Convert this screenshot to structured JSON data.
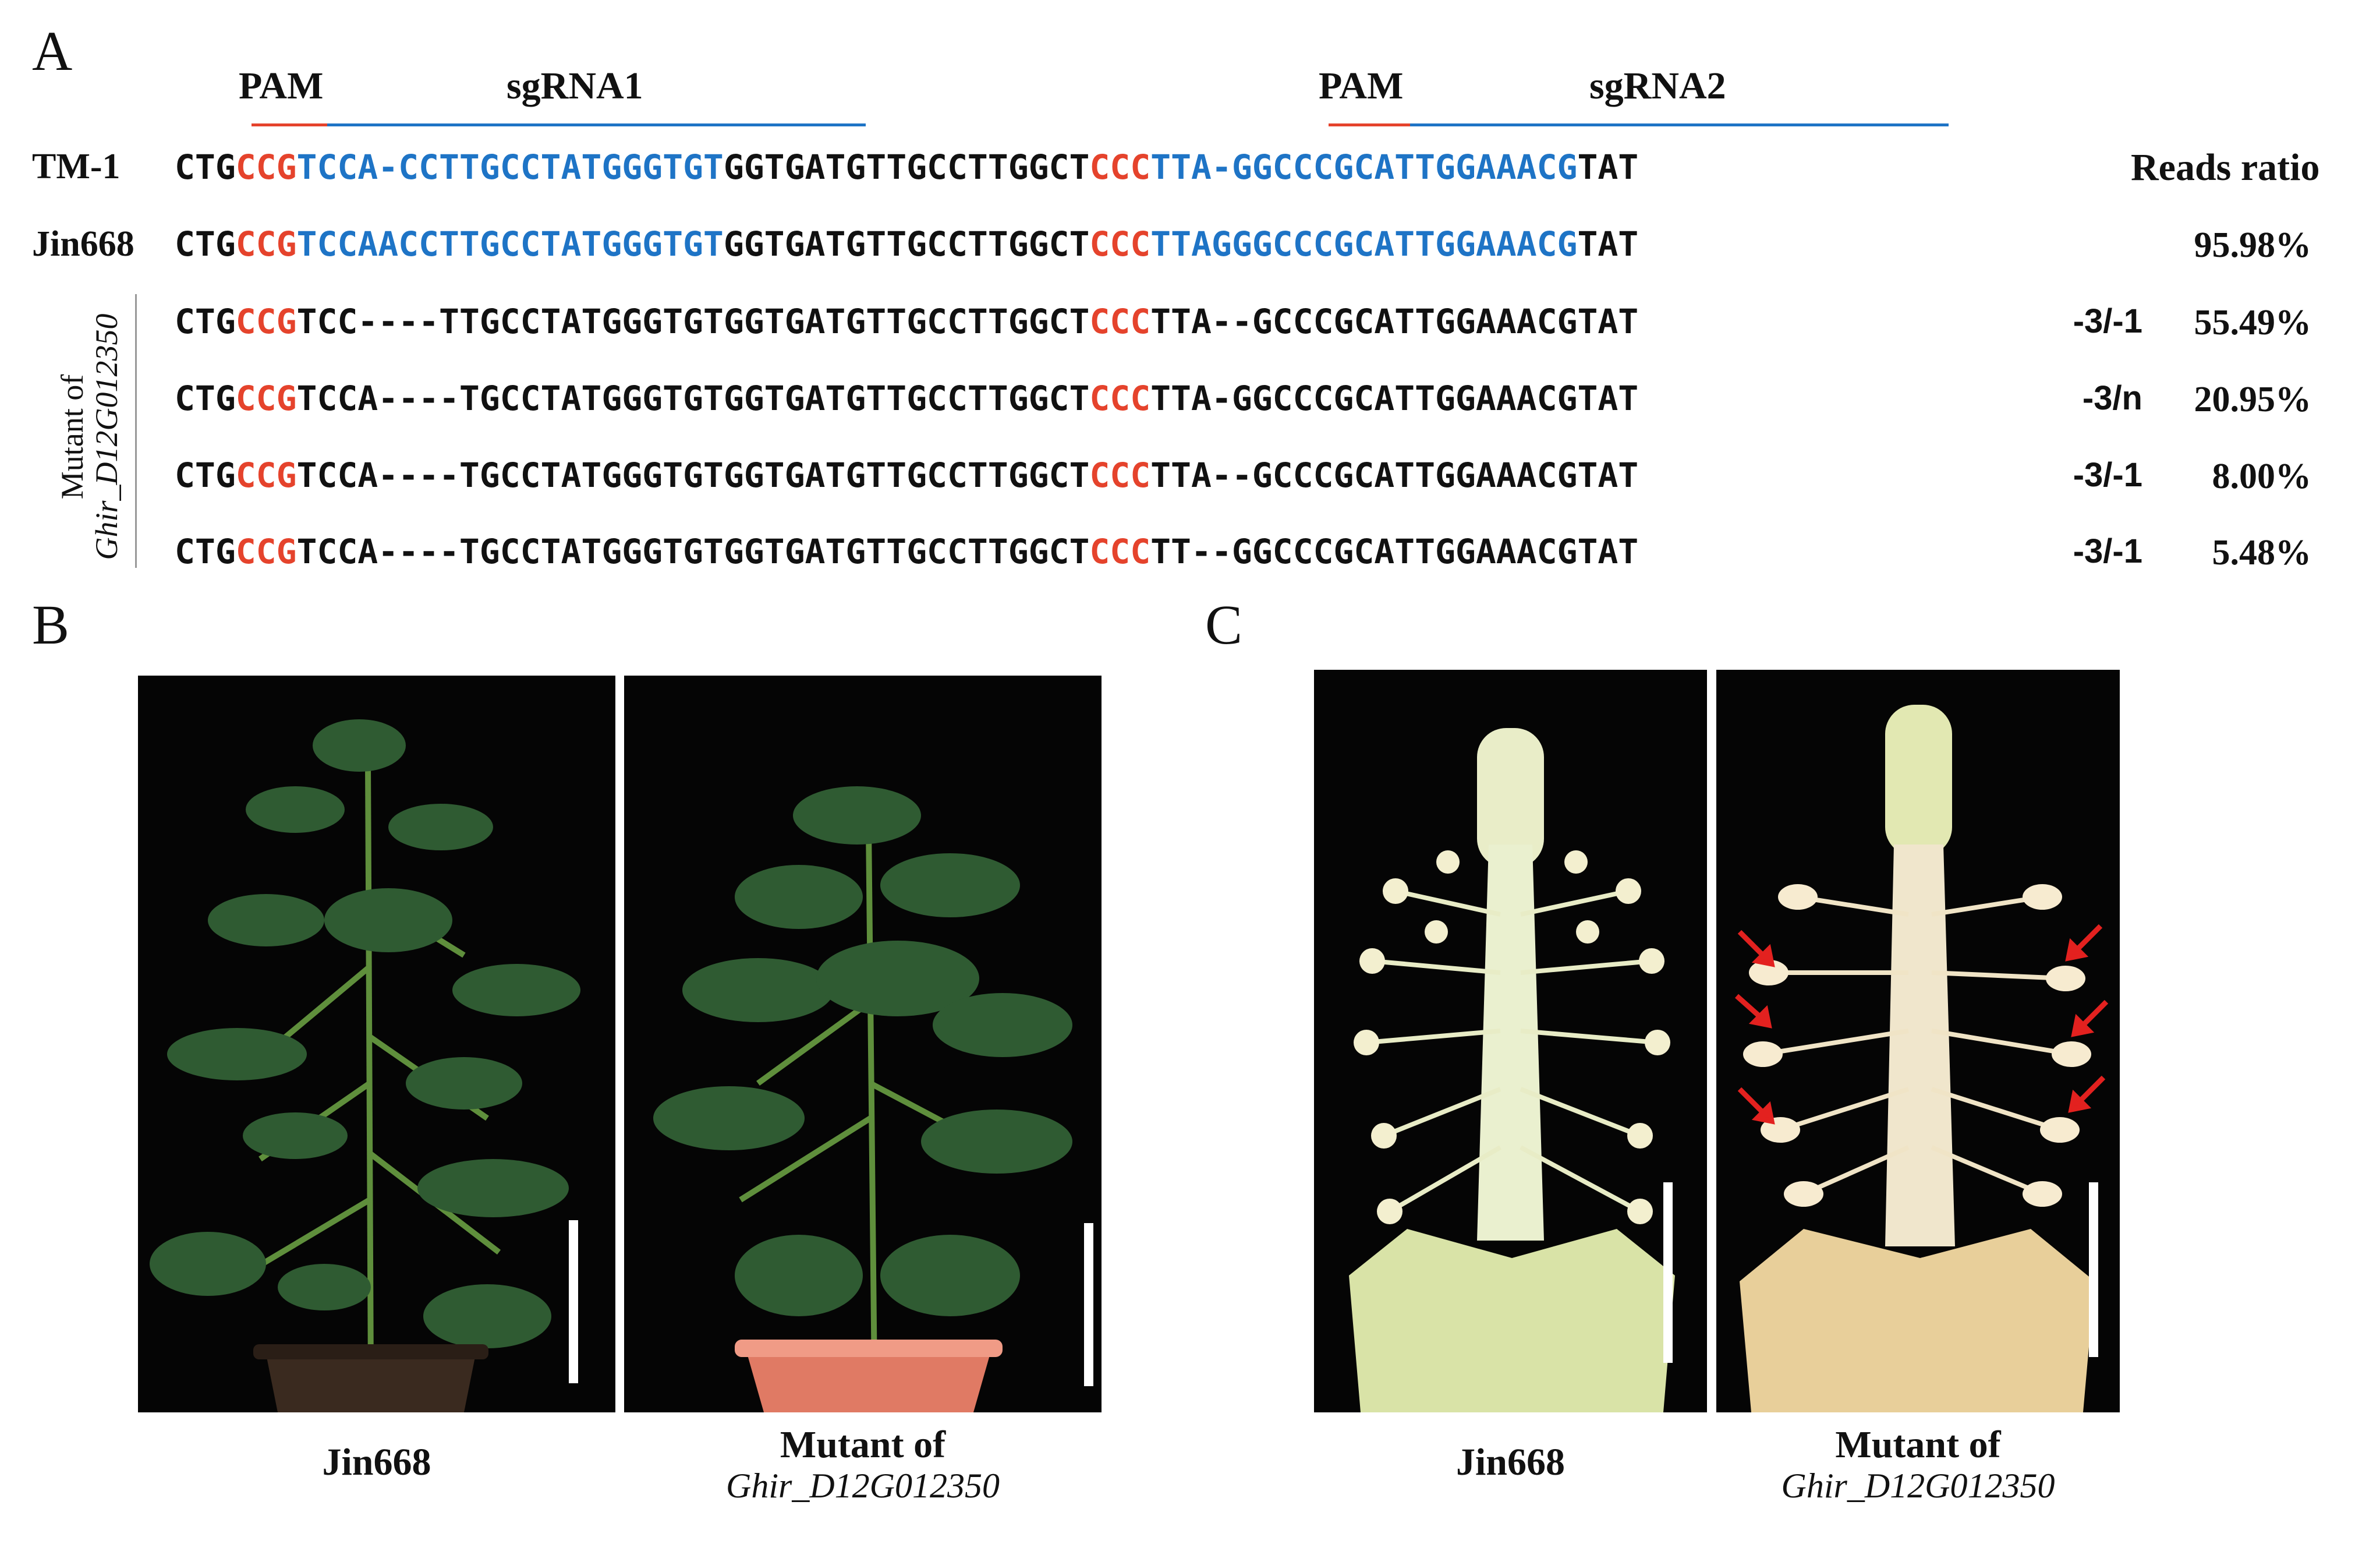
{
  "panel_a": {
    "letter": "A",
    "header": {
      "pam1": "PAM",
      "sgrna1": "sgRNA1",
      "pam2": "PAM",
      "sgrna2": "sgRNA2",
      "reads_ratio": "Reads ratio"
    },
    "rows": [
      {
        "name": "TM-1",
        "p1": "CTG",
        "p2": "CCG",
        "p3": "TCCA-CCTTGCCTATGGGTGT",
        "p4": "GGTGATGTTGCCTTGGCT",
        "p5": "CCC",
        "p6": "TTA-GGCCCGCATTGGAAACG",
        "p7": "TAT",
        "mutation": "",
        "ratio": ""
      },
      {
        "name": "Jin668",
        "p1": "CTG",
        "p2": "CCG",
        "p3": "TCCAACCTTGCCTATGGGTGT",
        "p4": "GGTGATGTTGCCTTGGCT",
        "p5": "CCC",
        "p6": "TTAGGGCCCGCATTGGAAACG",
        "p7": "TAT",
        "mutation": "",
        "ratio": "95.98%"
      },
      {
        "name": "",
        "p1": "CTG",
        "p2": "CCG",
        "p3": "TCC----TTGCCTATGGGTGTGGTGATGTTGCCTTGGCT",
        "p4": "",
        "p5": "CCC",
        "p6": "TTA--GCCCGCATTGGAAACGTAT",
        "p7": "",
        "mutation": "-3/-1",
        "ratio": "55.49%"
      },
      {
        "name": "",
        "p1": "CTG",
        "p2": "CCG",
        "p3": "TCCA----TGCCTATGGGTGTGGTGATGTTGCCTTGGCT",
        "p4": "",
        "p5": "CCC",
        "p6": "TTA-GGCCCGCATTGGAAACGTAT",
        "p7": "",
        "mutation": "-3/n",
        "ratio": "20.95%"
      },
      {
        "name": "",
        "p1": "CTG",
        "p2": "CCG",
        "p3": "TCCA----TGCCTATGGGTGTGGTGATGTTGCCTTGGCT",
        "p4": "",
        "p5": "CCC",
        "p6": "TTA--GCCCGCATTGGAAACGTAT",
        "p7": "",
        "mutation": "-3/-1",
        "ratio": "8.00%"
      },
      {
        "name": "",
        "p1": "CTG",
        "p2": "CCG",
        "p3": "TCCA----TGCCTATGGGTGTGGTGATGTTGCCTTGGCT",
        "p4": "",
        "p5": "CCC",
        "p6": "TT--GGCCCGCATTGGAAACGTAT",
        "p7": "",
        "mutation": "-3/-1",
        "ratio": "5.48%"
      }
    ],
    "side_label_line1": "Mutant of",
    "side_label_line2": "Ghir_D12G012350"
  },
  "panel_b": {
    "letter": "B",
    "left_caption": "Jin668",
    "right_caption_line1": "Mutant of",
    "right_caption_line2": "Ghir_D12G012350"
  },
  "panel_c": {
    "letter": "C",
    "left_caption": "Jin668",
    "right_caption_line1": "Mutant of",
    "right_caption_line2": "Ghir_D12G012350"
  },
  "colors": {
    "pam": "#e5432c",
    "sgrna": "#1e74c6",
    "arrow": "#e3211f"
  }
}
